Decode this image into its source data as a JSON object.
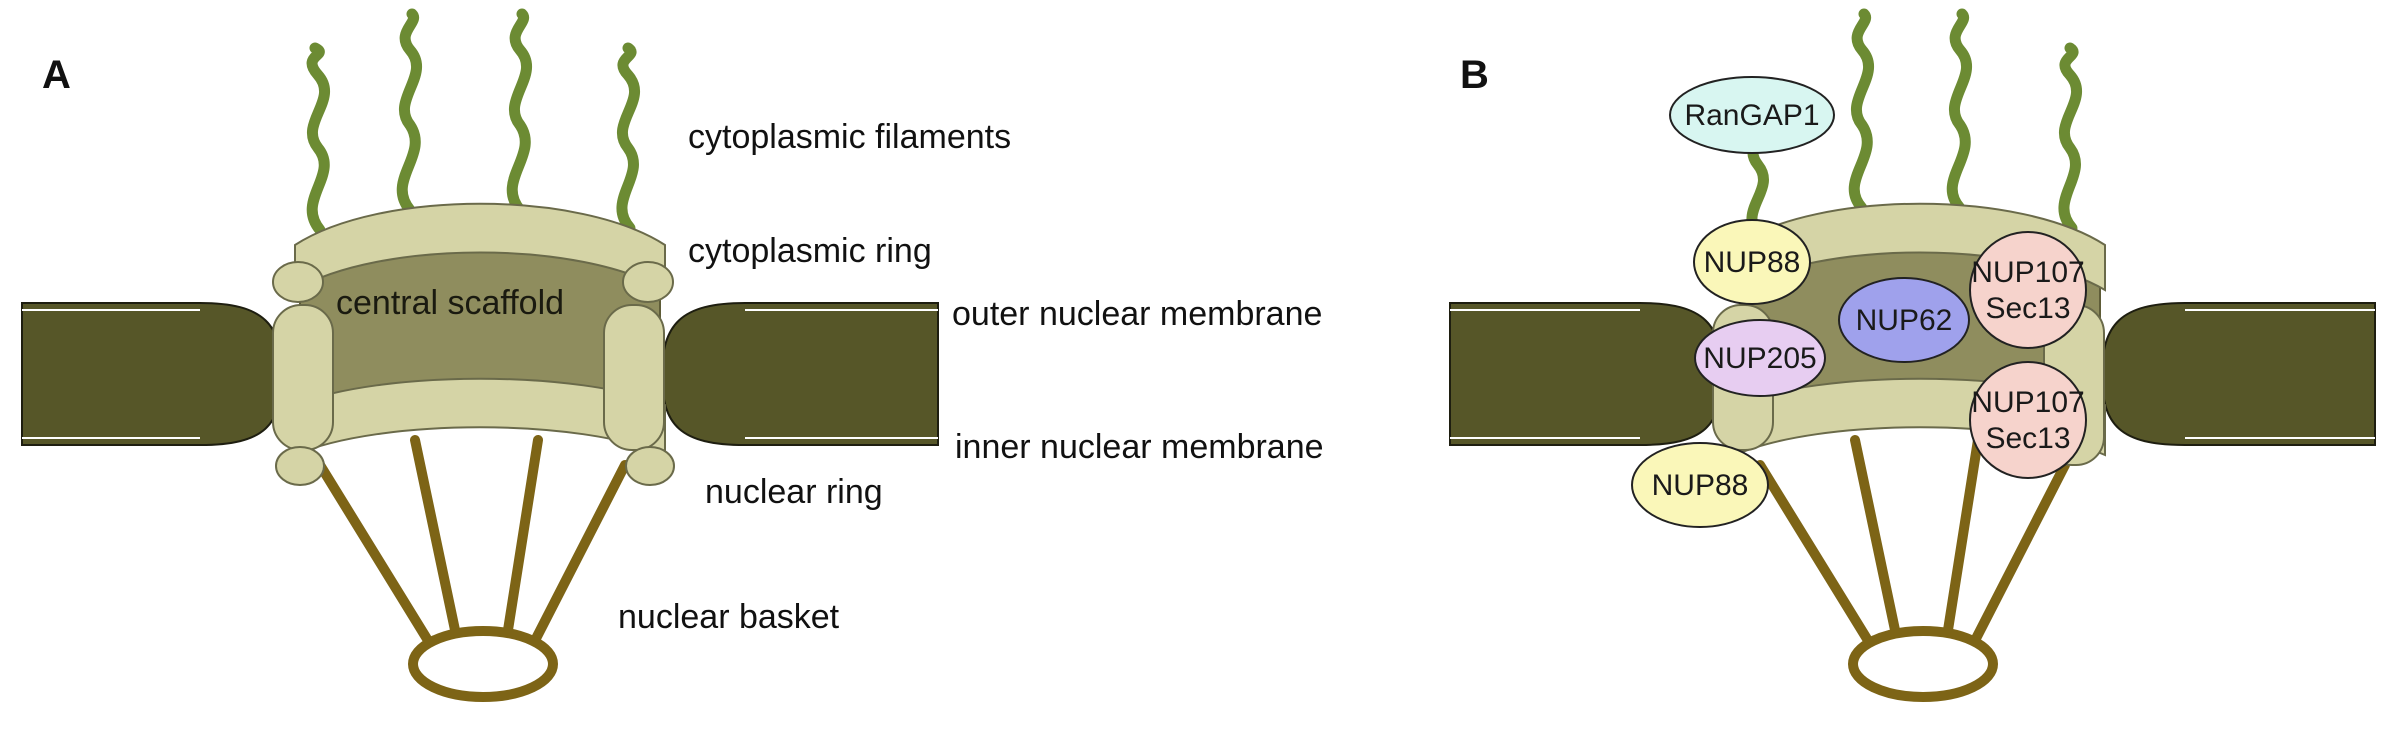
{
  "panels": {
    "a": {
      "letter": "A",
      "labels": {
        "cytoplasmic_filaments": "cytoplasmic filaments",
        "cytoplasmic_ring": "cytoplasmic ring",
        "central_scaffold": "central scaffold",
        "outer_nuclear_membrane": "outer nuclear membrane",
        "inner_nuclear_membrane": "inner nuclear membrane",
        "nuclear_ring": "nuclear ring",
        "nuclear_basket": "nuclear basket"
      }
    },
    "b": {
      "letter": "B",
      "proteins": {
        "rangap1": "RanGAP1",
        "nup88_top": "NUP88",
        "nup62": "NUP62",
        "nup205": "NUP205",
        "nup107_top_line1": "NUP107",
        "nup107_top_line2": "Sec13",
        "nup107_bottom_line1": "NUP107",
        "nup107_bottom_line2": "Sec13",
        "nup88_bottom": "NUP88"
      }
    }
  },
  "colors": {
    "membrane": "#565628",
    "ring": "#d5d4a6",
    "scaffold": "#8f8d5e",
    "filament": "#6c8b33",
    "basket": "#7d6416",
    "rangap1_fill": "#d8f6f1",
    "nup88_fill": "#faf7b9",
    "nup62_fill": "#9fa1ec",
    "nup205_fill": "#e7cdf1",
    "nup107_fill": "#f6d3cc"
  }
}
